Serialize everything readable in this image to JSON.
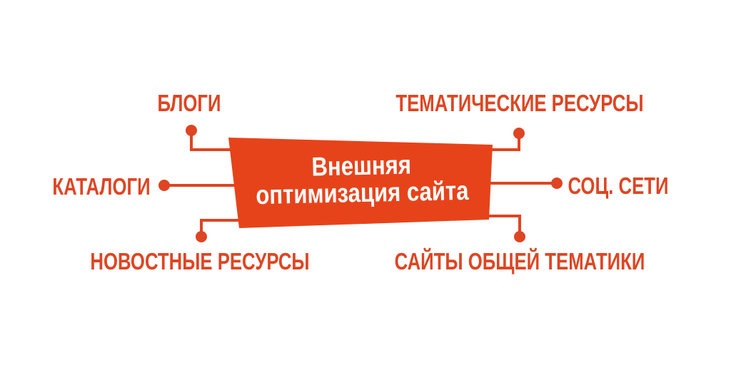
{
  "diagram": {
    "center_banner": {
      "line1": "Внешняя",
      "line2": "оптимизация сайта"
    },
    "nodes": [
      {
        "id": "blogs",
        "label": "БЛОГИ"
      },
      {
        "id": "thematic-resources",
        "label": "ТЕМАТИЧЕСКИЕ РЕСУРСЫ"
      },
      {
        "id": "catalogs",
        "label": "КАТАЛОГИ"
      },
      {
        "id": "social-networks",
        "label": "СОЦ. СЕТИ"
      },
      {
        "id": "news-resources",
        "label": "НОВОСТНЫЕ РЕСУРСЫ"
      },
      {
        "id": "general-topic-sites",
        "label": "САЙТЫ ОБЩЕЙ ТЕМАТИКИ"
      }
    ],
    "colors": {
      "accent": "#de4522",
      "banner_fill": "#e7431a",
      "banner_text": "#ffffff",
      "background": "#ffffff"
    }
  }
}
